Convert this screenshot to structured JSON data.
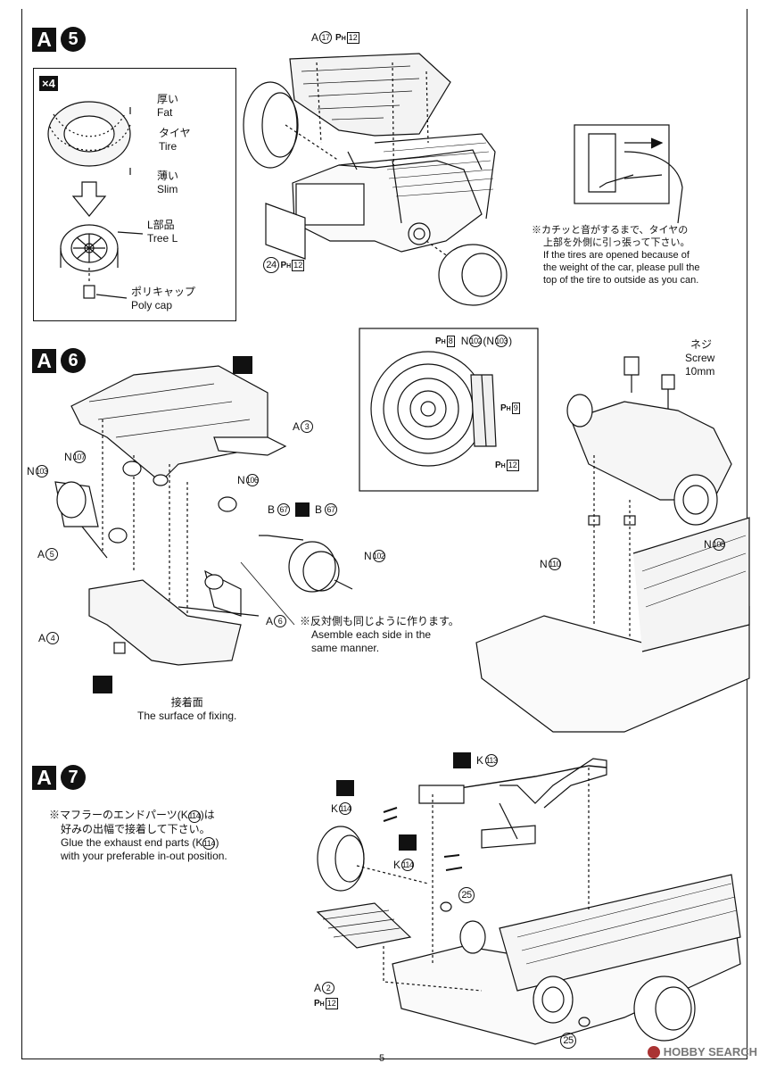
{
  "page_number": "5",
  "watermark": "HOBBY SEARCH",
  "step5": {
    "letter": "A",
    "number": "5",
    "tire_box": {
      "multiplier": "×4",
      "fat_jp": "厚い",
      "fat_en": "Fat",
      "tire_jp": "タイヤ",
      "tire_en": "Tire",
      "slim_jp": "薄い",
      "slim_en": "Slim",
      "tree_jp": "L部品",
      "tree_en": "Tree L",
      "polycap_jp": "ポリキャップ",
      "polycap_en": "Poly cap"
    },
    "part_a17": "A",
    "part_a17_num": "17",
    "ph12_top": "12",
    "part_24": "24",
    "ph12_bottom": "12",
    "note_jp_1": "※カチッと音がするまで、タイヤの",
    "note_jp_2": "上部を外側に引っ張って下さい。",
    "note_en_1": "If the tires are opened because of",
    "note_en_2": "the weight of the car, please pull the",
    "note_en_3": "top of the tire to outside as you can."
  },
  "step6": {
    "letter": "A",
    "number": "6",
    "labels": {
      "a3": "A",
      "a3_num": "3",
      "n107": "N",
      "n107_num": "107",
      "n103": "N",
      "n103_num": "103",
      "n106": "N",
      "n106_num": "106",
      "a5": "A",
      "a5_num": "5",
      "b67_left": "B",
      "b67_left_num": "67",
      "b67_right": "B",
      "b67_right_num": "67",
      "n102": "N",
      "n102_num": "102",
      "a4": "A",
      "a4_num": "4",
      "a6": "A",
      "a6_num": "6",
      "ph8": "8",
      "ph9": "9",
      "ph12": "12",
      "disc_n102": "N",
      "disc_n102_num": "102",
      "disc_n103": "(N",
      "disc_n103_num": "103",
      "disc_close": ")",
      "screw_jp": "ネジ",
      "screw_en": "Screw",
      "screw_size": "10mm",
      "n108": "N",
      "n108_num": "108",
      "n110": "N",
      "n110_num": "110"
    },
    "note_jp": "※反対側も同じように作ります。",
    "note_en_1": "Asemble each side in the",
    "note_en_2": "same manner.",
    "fixing_jp": "接着面",
    "fixing_en": "The surface of fixing."
  },
  "step7": {
    "letter": "A",
    "number": "7",
    "note_jp_1": "※マフラーのエンドパーツ(K",
    "note_jp_1_num": "114",
    "note_jp_1_end": ")は",
    "note_jp_2": "好みの出幅で接着して下さい。",
    "note_en_1": "Glue the exhaust end parts (K",
    "note_en_1_num": "114",
    "note_en_1_end": ")",
    "note_en_2": "with your preferable in-out position.",
    "labels": {
      "k113": "K",
      "k113_num": "113",
      "k114a": "K",
      "k114a_num": "114",
      "k114b": "K",
      "k114b_num": "114",
      "p25a": "25",
      "p25b": "25",
      "a2": "A",
      "a2_num": "2",
      "ph12": "12"
    }
  }
}
